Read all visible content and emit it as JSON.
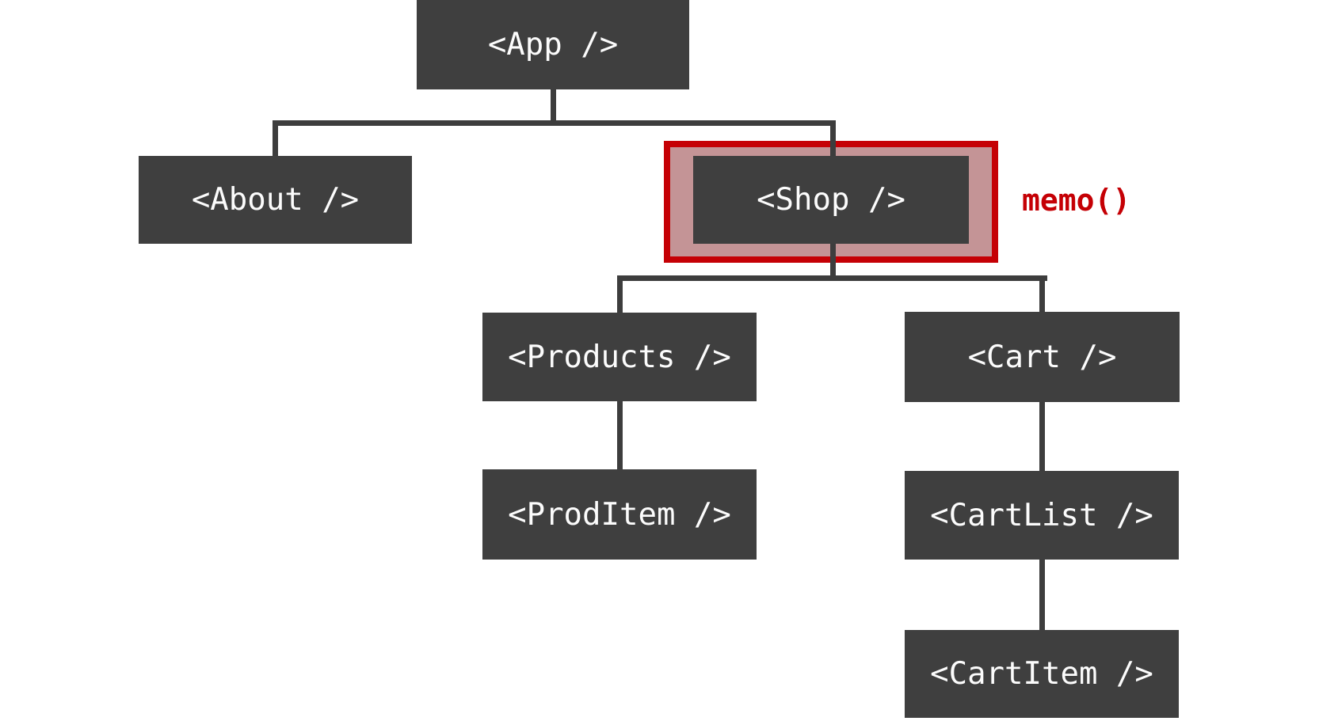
{
  "diagram": {
    "type": "component-tree",
    "nodes": [
      {
        "id": "app",
        "label": "<App />"
      },
      {
        "id": "about",
        "label": "<About />"
      },
      {
        "id": "shop",
        "label": "<Shop />",
        "highlighted": true
      },
      {
        "id": "products",
        "label": "<Products />"
      },
      {
        "id": "cart",
        "label": "<Cart />"
      },
      {
        "id": "proditem",
        "label": "<ProdItem />"
      },
      {
        "id": "cartlist",
        "label": "<CartList />"
      },
      {
        "id": "cartitem",
        "label": "<CartItem />"
      }
    ],
    "edges": [
      [
        "app",
        "about"
      ],
      [
        "app",
        "shop"
      ],
      [
        "shop",
        "products"
      ],
      [
        "shop",
        "cart"
      ],
      [
        "products",
        "proditem"
      ],
      [
        "cart",
        "cartlist"
      ],
      [
        "cartlist",
        "cartitem"
      ]
    ],
    "annotation": {
      "label": "memo()",
      "attached_to": "shop"
    },
    "colors": {
      "node_bg": "#3f3f3f",
      "node_text": "#fcfcfc",
      "line": "#3d3d3d",
      "highlight_border": "#c50005",
      "highlight_fill": "#c49496",
      "annotation_text": "#c50005",
      "background": "#ffffff"
    }
  }
}
